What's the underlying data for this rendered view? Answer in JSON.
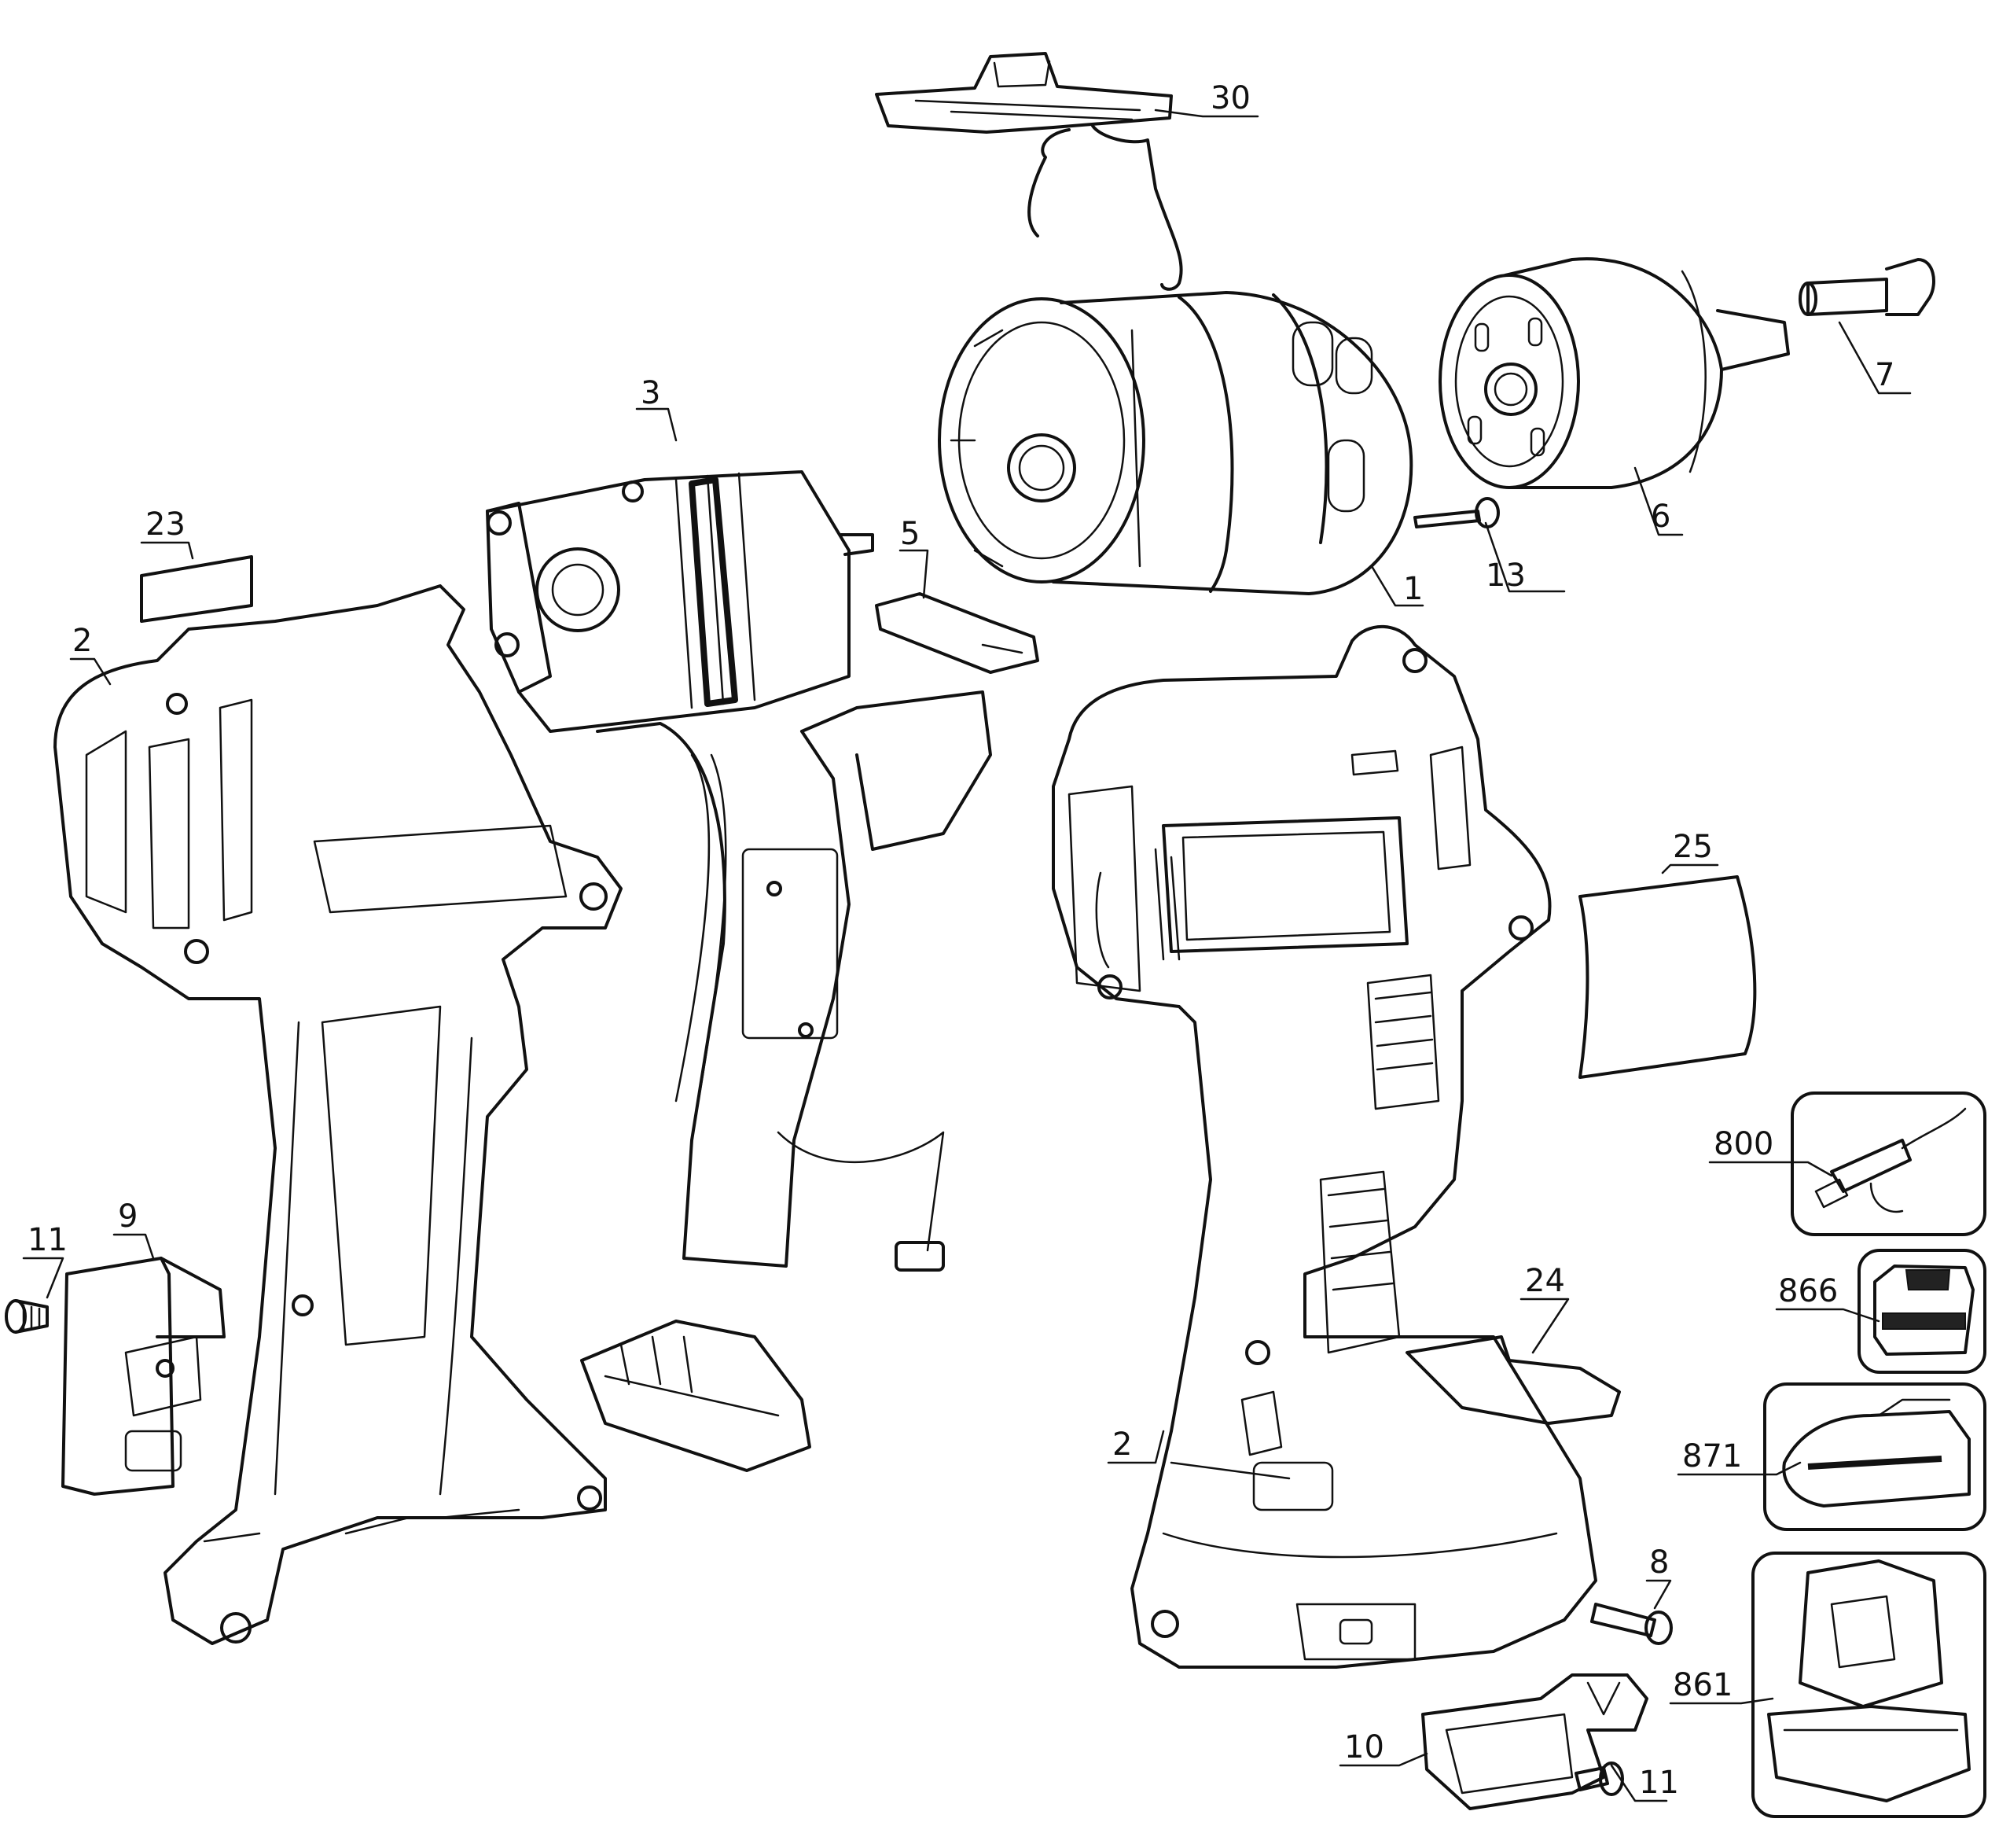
{
  "callouts": [
    {
      "id": "c30",
      "text": "30"
    },
    {
      "id": "c7",
      "text": "7"
    },
    {
      "id": "c3",
      "text": "3"
    },
    {
      "id": "c6",
      "text": "6"
    },
    {
      "id": "c23",
      "text": "23"
    },
    {
      "id": "c5",
      "text": "5"
    },
    {
      "id": "c1",
      "text": "1"
    },
    {
      "id": "c13",
      "text": "13"
    },
    {
      "id": "c2a",
      "text": "2"
    },
    {
      "id": "c25",
      "text": "25"
    },
    {
      "id": "c800",
      "text": "800"
    },
    {
      "id": "c9",
      "text": "9"
    },
    {
      "id": "c11a",
      "text": "11"
    },
    {
      "id": "c24",
      "text": "24"
    },
    {
      "id": "c866",
      "text": "866"
    },
    {
      "id": "c871",
      "text": "871"
    },
    {
      "id": "c2b",
      "text": "2"
    },
    {
      "id": "c8",
      "text": "8"
    },
    {
      "id": "c861",
      "text": "861"
    },
    {
      "id": "c10",
      "text": "10"
    },
    {
      "id": "c11b",
      "text": "11"
    }
  ]
}
